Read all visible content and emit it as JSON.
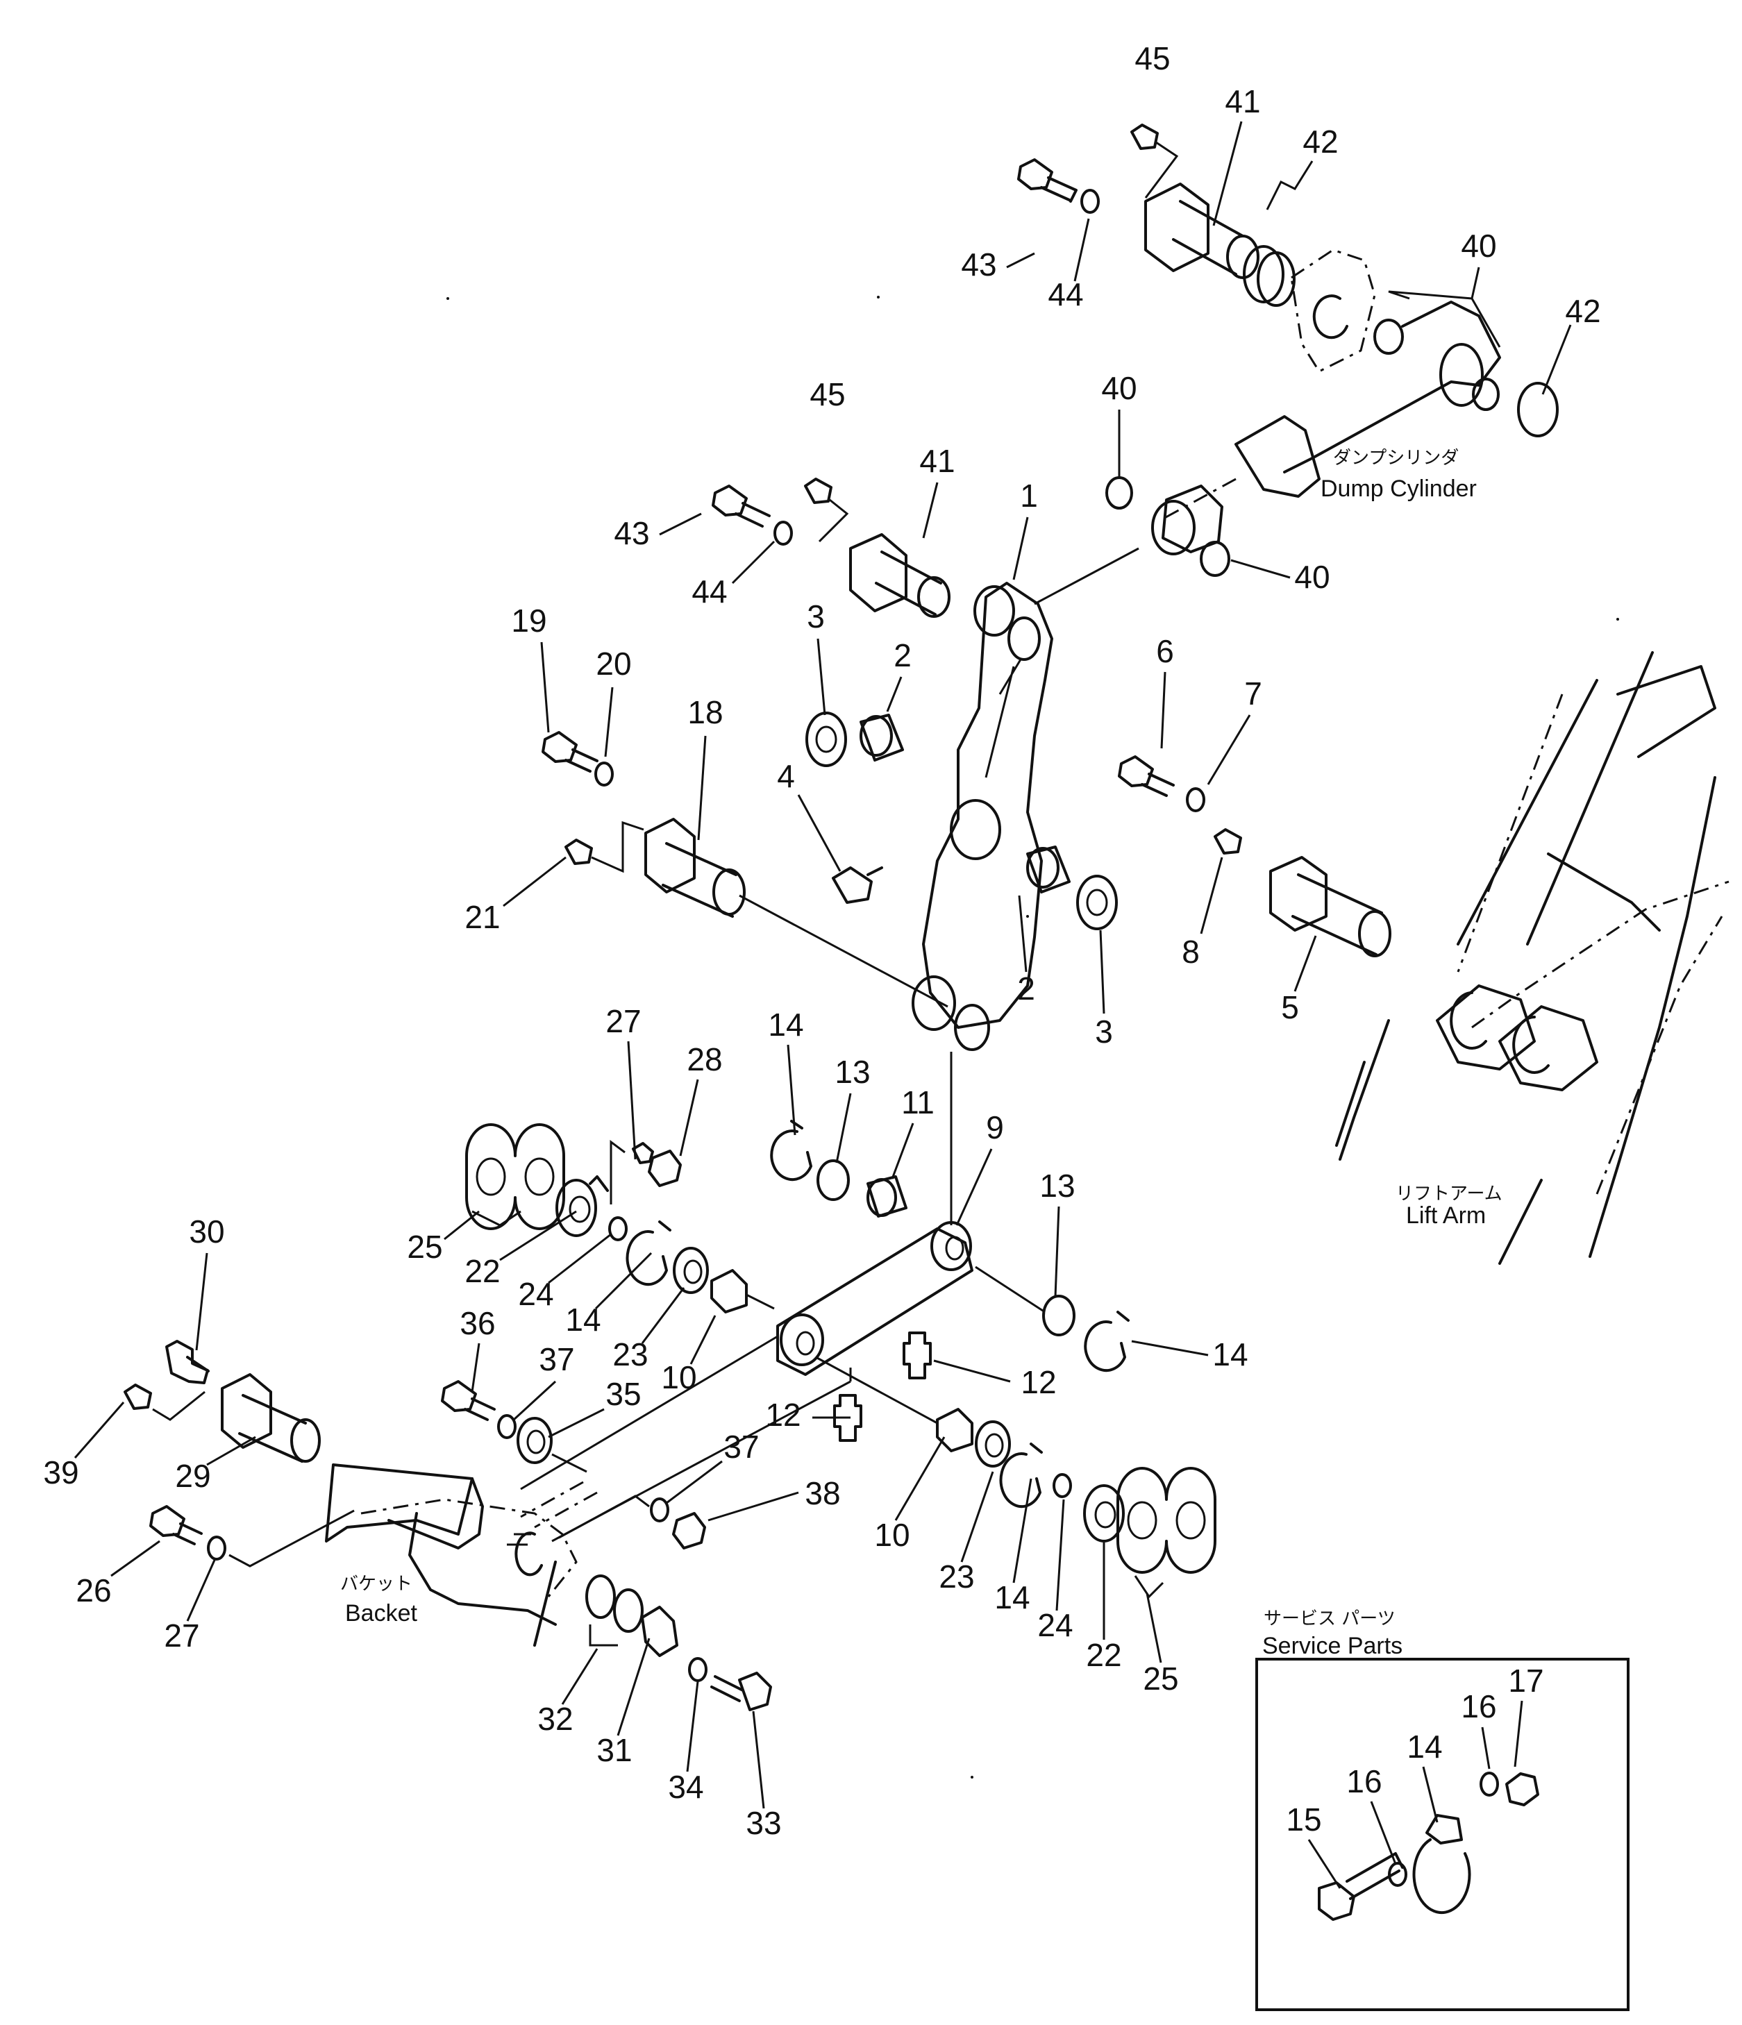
{
  "captions": {
    "dump_cylinder_jp": "ダンプシリンダ",
    "dump_cylinder_en": "Dump Cylinder",
    "lift_arm_jp": "リフトアーム",
    "lift_arm_en": "Lift Arm",
    "bucket_jp": "バケット",
    "bucket_en": "Backet",
    "service_parts_jp": "サービス パーツ",
    "service_parts_en": "Service Parts"
  },
  "part_labels": [
    "45",
    "41",
    "42",
    "43",
    "44",
    "40",
    "42",
    "45",
    "41",
    "40",
    "43",
    "44",
    "40",
    "1",
    "19",
    "20",
    "18",
    "3",
    "2",
    "4",
    "21",
    "6",
    "7",
    "8",
    "5",
    "2",
    "3",
    "27",
    "28",
    "14",
    "13",
    "11",
    "9",
    "13",
    "25",
    "22",
    "24",
    "14",
    "23",
    "10",
    "12",
    "14",
    "30",
    "36",
    "37",
    "35",
    "12",
    "37",
    "38",
    "39",
    "29",
    "26",
    "27",
    "10",
    "23",
    "14",
    "24",
    "22",
    "25",
    "32",
    "31",
    "34",
    "33",
    "16",
    "17",
    "14",
    "16",
    "15"
  ]
}
